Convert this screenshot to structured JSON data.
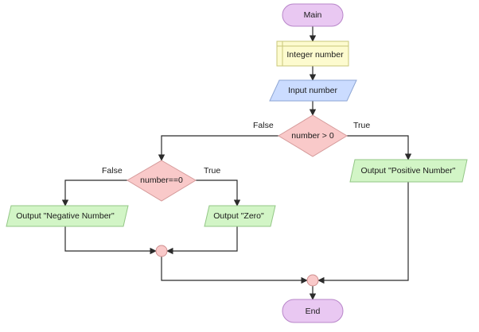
{
  "diagram": {
    "colors": {
      "terminal_fill": "#e9c8f2",
      "terminal_stroke": "#b886c9",
      "declare_fill": "#fdfbcf",
      "declare_stroke": "#c9c77a",
      "input_fill": "#cbdcff",
      "input_stroke": "#8ea6d4",
      "decision_fill": "#f9c9c9",
      "decision_stroke": "#d59a9a",
      "output_fill": "#d2f5c6",
      "output_stroke": "#93c786",
      "connector_fill": "#f9c9c9",
      "connector_stroke": "#cf8f8f",
      "line": "#2b2b2b"
    },
    "nodes": {
      "start": "Main",
      "declare": "Integer number",
      "input": "Input number",
      "decision_main": "number > 0",
      "decision_zero": "number==0",
      "output_positive": "Output \"Positive Number\"",
      "output_negative": "Output \"Negative Number\"",
      "output_zero": "Output \"Zero\"",
      "end": "End"
    },
    "edge_labels": {
      "main_false": "False",
      "main_true": "True",
      "zero_false": "False",
      "zero_true": "True"
    }
  }
}
